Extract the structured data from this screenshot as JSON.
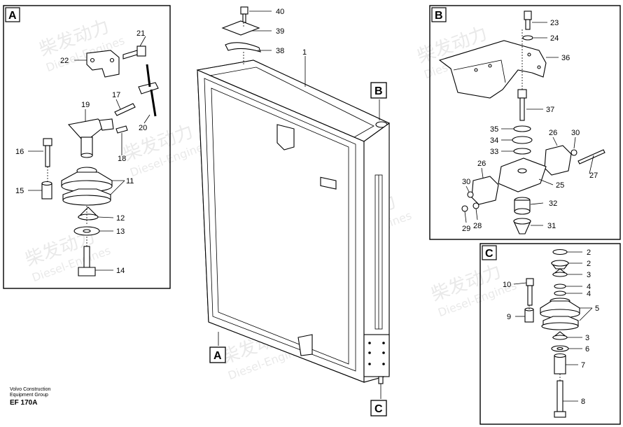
{
  "panels": {
    "A": {
      "letter": "A"
    },
    "B": {
      "letter": "B"
    },
    "C": {
      "letter": "C"
    }
  },
  "callouts": {
    "main_B": "B",
    "main_C": "C",
    "main_A": "A"
  },
  "parts_main": [
    "40",
    "39",
    "38",
    "1"
  ],
  "parts_A": [
    "21",
    "22",
    "17",
    "19",
    "20",
    "16",
    "18",
    "11",
    "15",
    "12",
    "13",
    "14"
  ],
  "parts_B": [
    "23",
    "24",
    "36",
    "37",
    "35",
    "34",
    "33",
    "26",
    "30",
    "27",
    "26",
    "25",
    "30",
    "32",
    "29",
    "28",
    "31"
  ],
  "parts_C": [
    "2",
    "2",
    "3",
    "4",
    "4",
    "10",
    "5",
    "9",
    "3",
    "6",
    "7",
    "8"
  ],
  "footer": {
    "line1": "Volvo Construction",
    "line2": "Equipment Group",
    "code": "EF 170A"
  },
  "watermark": {
    "cn": "柴发动力",
    "en": "Diesel-Engines"
  }
}
